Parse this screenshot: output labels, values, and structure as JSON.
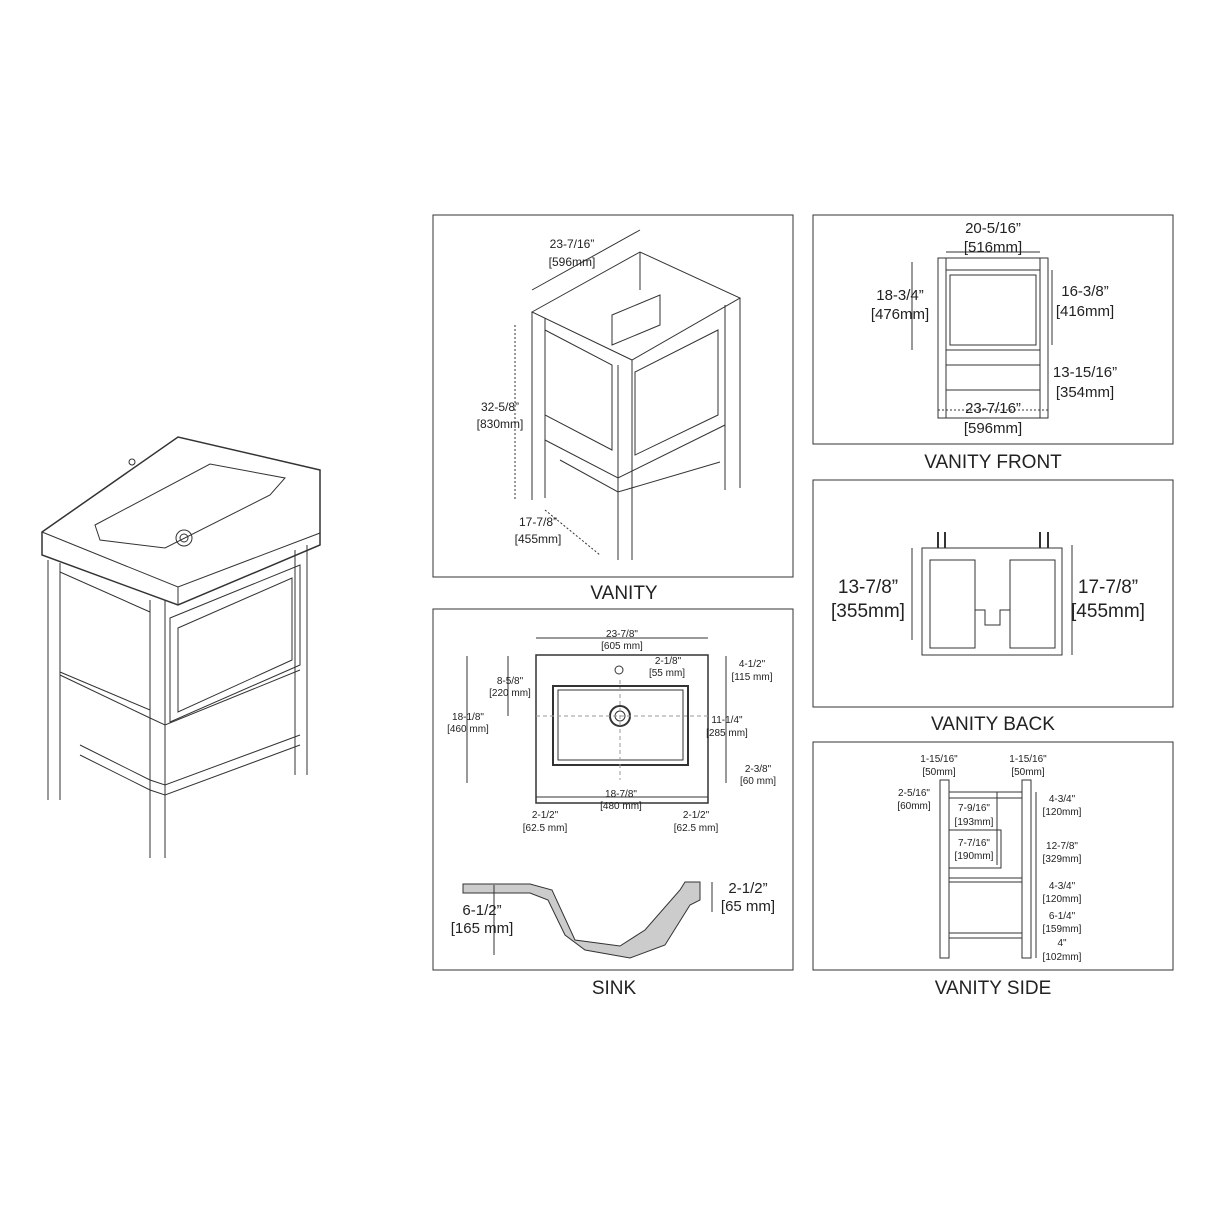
{
  "vanity": {
    "caption": "VANITY",
    "dims": [
      "23-7/16”",
      "[596mm]",
      "32-5/8”",
      "[830mm]",
      "17-7/8”",
      "[455mm]"
    ]
  },
  "vanity_front": {
    "caption": "VANITY FRONT",
    "dims": [
      "20-5/16”",
      "[516mm]",
      "18-3/4”",
      "[476mm]",
      "16-3/8”",
      "[416mm]",
      "13-15/16”",
      "[354mm]",
      "23-7/16”",
      "[596mm]"
    ]
  },
  "vanity_back": {
    "caption": "VANITY BACK",
    "dims": [
      "13-7/8”",
      "[355mm]",
      "17-7/8”",
      "[455mm]"
    ]
  },
  "sink": {
    "caption": "SINK",
    "dims": [
      "23-7/8\"",
      "[605 mm]",
      "2-1/8\"",
      "[55 mm]",
      "4-1/2\"",
      "[115 mm]",
      "8-5/8\"",
      "[220 mm]",
      "18-1/8\"",
      "[460 mm]",
      "11-1/4\"",
      "[285 mm]",
      "2-3/8\"",
      "[60 mm]",
      "18-7/8\"",
      "[480 mm]",
      "2-1/2\"",
      "[62.5 mm]",
      "2-1/2\"",
      "[62.5 mm]",
      "6-1/2”",
      "[165 mm]",
      "2-1/2”",
      "[65 mm]"
    ]
  },
  "vanity_side": {
    "caption": "VANITY SIDE",
    "dims": [
      "1-15/16\"",
      "[50mm]",
      "1-15/16\"",
      "[50mm]",
      "2-5/16\"",
      "[60mm]",
      "7-9/16\"",
      "[193mm]",
      "7-7/16\"",
      "[190mm]",
      "4-3/4\"",
      "[120mm]",
      "12-7/8\"",
      "[329mm]",
      "4-3/4\"",
      "[120mm]",
      "6-1/4\"",
      "[159mm]",
      "4\"",
      "[102mm]"
    ]
  }
}
